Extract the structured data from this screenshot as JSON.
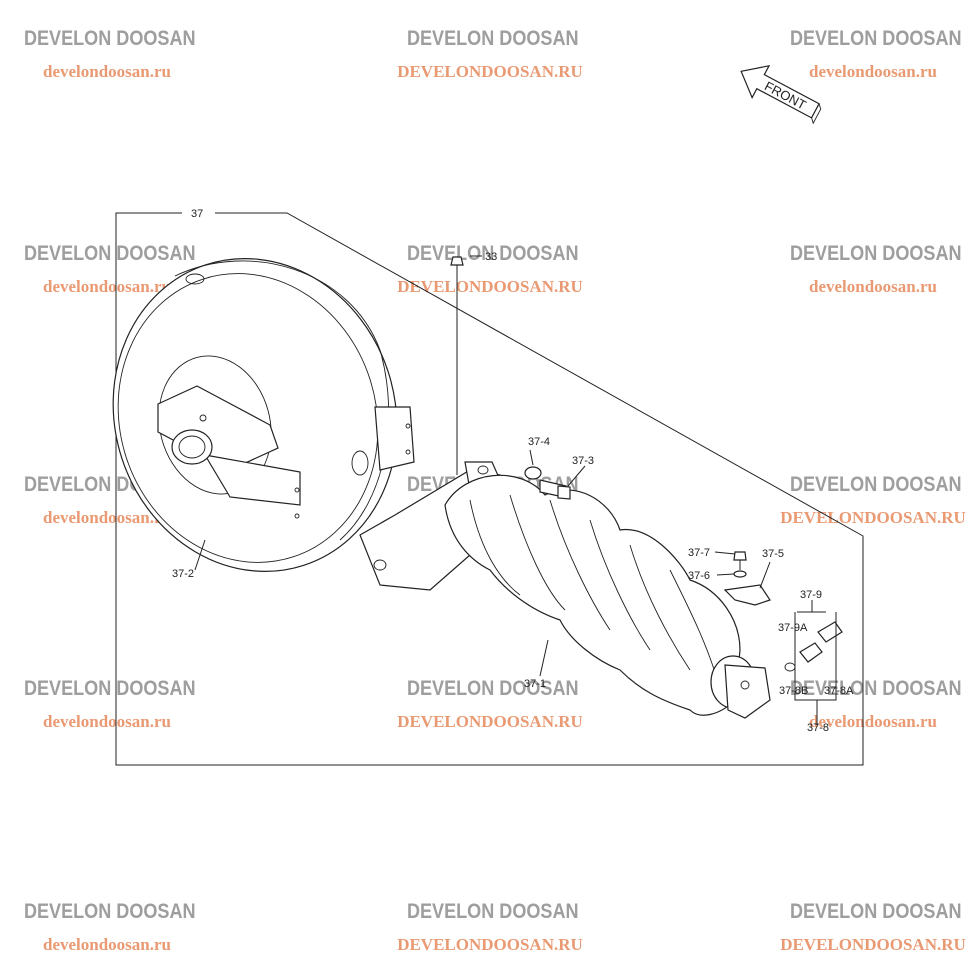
{
  "watermark": {
    "brand": "DEVELON DOOSAN",
    "url_lower": "develondoosan.ru",
    "url_upper": "DEVELONDOOSAN.RU",
    "logo_color": "#f2a07c",
    "brand_color": "#9e9e9e",
    "url_color": "#e99a73"
  },
  "front_arrow": {
    "label": "FRONT"
  },
  "labels": {
    "assembly": "37",
    "bolt_top": "33",
    "cylinder": "37-1",
    "idler": "37-2",
    "bolt": "37-3",
    "washer": "37-4",
    "bracket": "37-5",
    "washer_small": "37-6",
    "bolt_small": "37-7",
    "valve_group": "37-8",
    "valve_a": "37-8A",
    "valve_b": "37-8B",
    "fitting_group": "37-9",
    "fitting_a": "37-9A"
  }
}
